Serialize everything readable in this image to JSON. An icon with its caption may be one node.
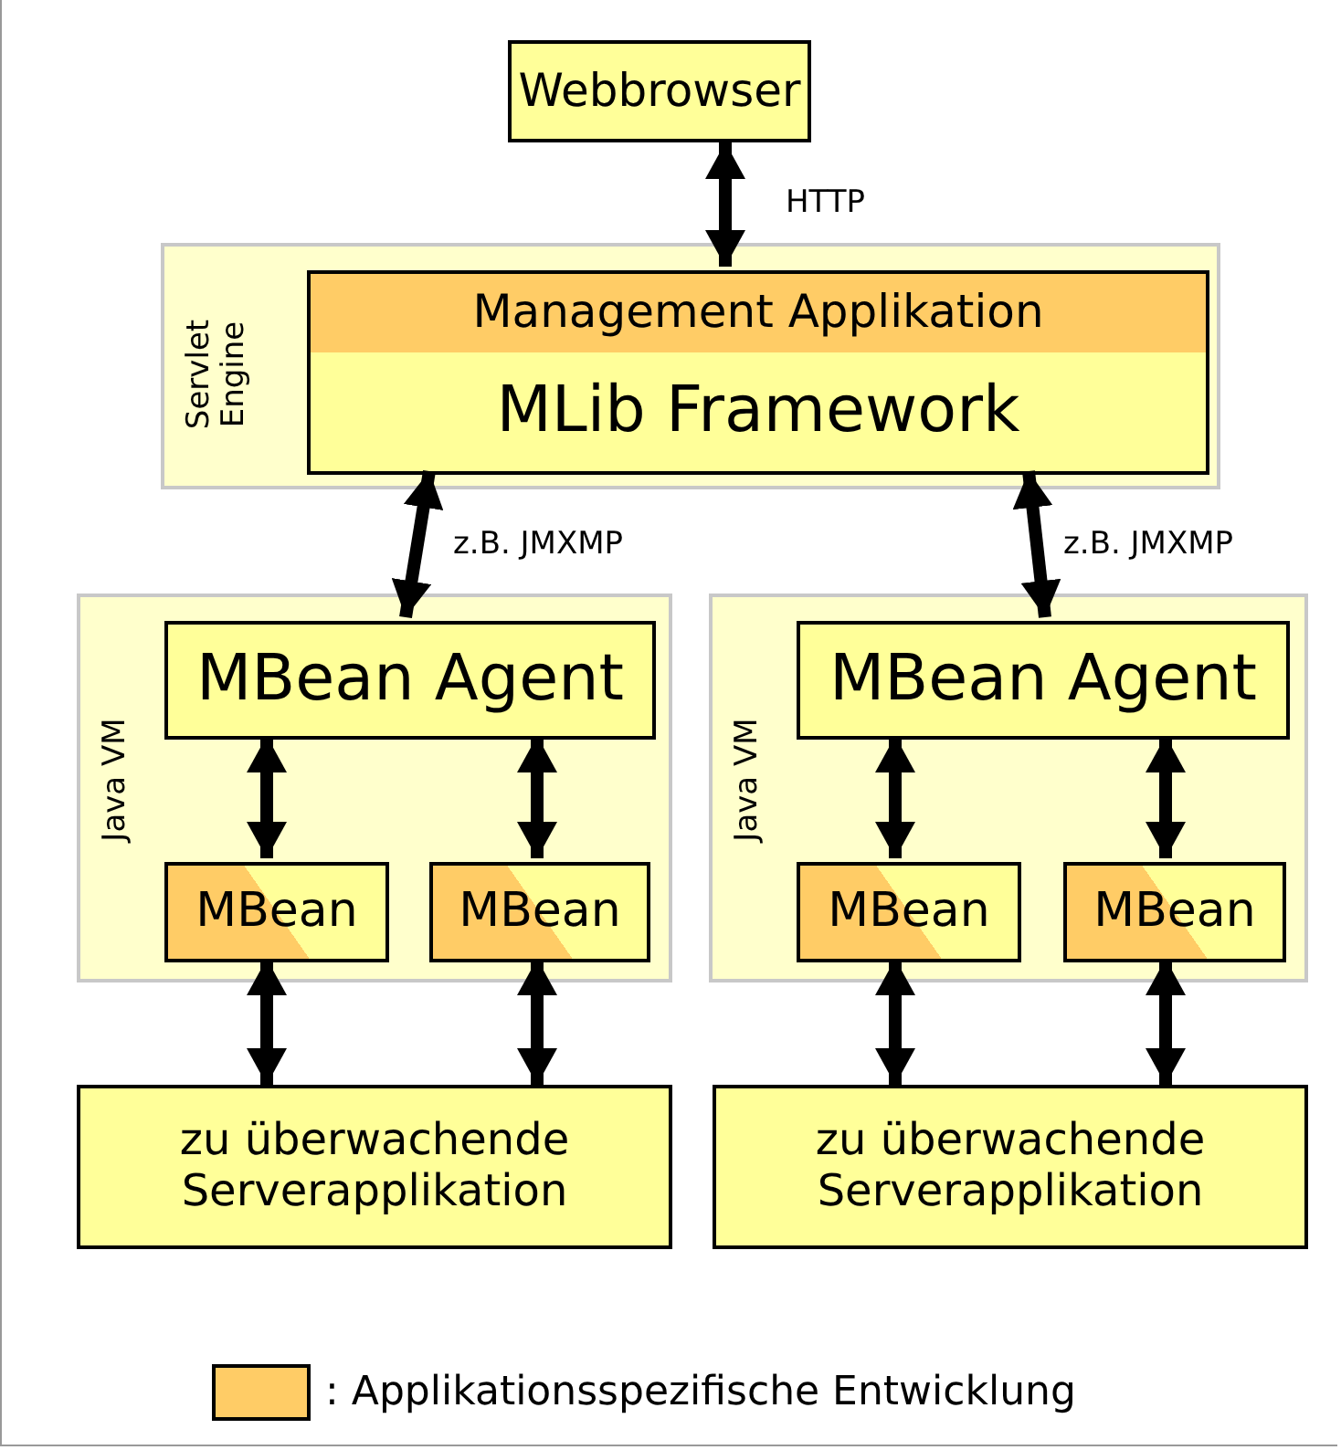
{
  "diagram": {
    "nodes": [
      {
        "text": [
          "Webbrowser"
        ]
      },
      {
        "text": [
          "Servlet Engine"
        ]
      },
      {
        "text": [
          "Management Applikation"
        ],
        "in": 1
      },
      {
        "text": [
          "MLib Framework"
        ],
        "in": 1
      },
      {
        "text": [
          "Java VM"
        ]
      },
      {
        "text": [
          "MBean Agent"
        ],
        "in": 4
      },
      {
        "text": [
          "MBean"
        ],
        "in": 4
      },
      {
        "text": [
          "MBean"
        ],
        "in": 4
      },
      {
        "text": [
          "Java VM"
        ]
      },
      {
        "text": [
          "MBean Agent"
        ],
        "in": 8
      },
      {
        "text": [
          "MBean"
        ],
        "in": 8
      },
      {
        "text": [
          "MBean"
        ],
        "in": 8
      },
      {
        "text": [
          "zu überwachende Serverapplikation"
        ]
      },
      {
        "text": [
          "zu überwachende Serverapplikation"
        ]
      }
    ],
    "edges": [
      {
        "from": 0,
        "to": 2,
        "arrow": "both",
        "label": "HTTP"
      },
      {
        "from": 3,
        "to": 5,
        "arrow": "both",
        "label": "z.B. JMXMP"
      },
      {
        "from": 3,
        "to": 9,
        "arrow": "both",
        "label": "z.B. JMXMP"
      },
      {
        "from": 5,
        "to": 6,
        "arrow": "both"
      },
      {
        "from": 5,
        "to": 7,
        "arrow": "both"
      },
      {
        "from": 9,
        "to": 10,
        "arrow": "both"
      },
      {
        "from": 9,
        "to": 11,
        "arrow": "both"
      },
      {
        "from": 6,
        "to": 12,
        "arrow": "both"
      },
      {
        "from": 7,
        "to": 12,
        "arrow": "both"
      },
      {
        "from": 10,
        "to": 13,
        "arrow": "both"
      },
      {
        "from": 11,
        "to": 13,
        "arrow": "both"
      }
    ],
    "legend": [
      {
        "text": ": Applikationsspezifische Entwicklung",
        "color": "#ffcc66"
      }
    ]
  }
}
